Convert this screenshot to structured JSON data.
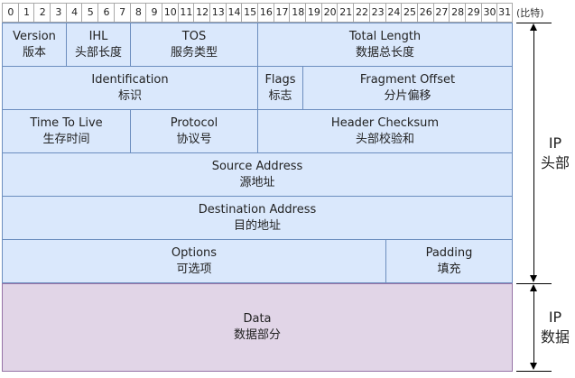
{
  "bits": [
    "0",
    "1",
    "2",
    "3",
    "4",
    "5",
    "6",
    "7",
    "8",
    "9",
    "10",
    "11",
    "12",
    "13",
    "14",
    "15",
    "16",
    "17",
    "18",
    "19",
    "20",
    "21",
    "22",
    "23",
    "24",
    "25",
    "26",
    "27",
    "28",
    "29",
    "30",
    "31"
  ],
  "unit_label": "(比特)",
  "fields": {
    "version": {
      "en": "Version",
      "zh": "版本"
    },
    "ihl": {
      "en": "IHL",
      "zh": "头部长度"
    },
    "tos": {
      "en": "TOS",
      "zh": "服务类型"
    },
    "total_length": {
      "en": "Total Length",
      "zh": "数据总长度"
    },
    "identification": {
      "en": "Identification",
      "zh": "标识"
    },
    "flags": {
      "en": "Flags",
      "zh": "标志"
    },
    "fragment_offset": {
      "en": "Fragment Offset",
      "zh": "分片偏移"
    },
    "ttl": {
      "en": "Time To Live",
      "zh": "生存时间"
    },
    "protocol": {
      "en": "Protocol",
      "zh": "协议号"
    },
    "header_checksum": {
      "en": "Header Checksum",
      "zh": "头部校验和"
    },
    "source_address": {
      "en": "Source Address",
      "zh": "源地址"
    },
    "destination_address": {
      "en": "Destination Address",
      "zh": "目的地址"
    },
    "options": {
      "en": "Options",
      "zh": "可选项"
    },
    "padding": {
      "en": "Padding",
      "zh": "填充"
    },
    "data": {
      "en": "Data",
      "zh": "数据部分"
    }
  },
  "side_labels": {
    "header": {
      "line1": "IP",
      "line2": "头部"
    },
    "data": {
      "line1": "IP",
      "line2": "数据"
    }
  }
}
